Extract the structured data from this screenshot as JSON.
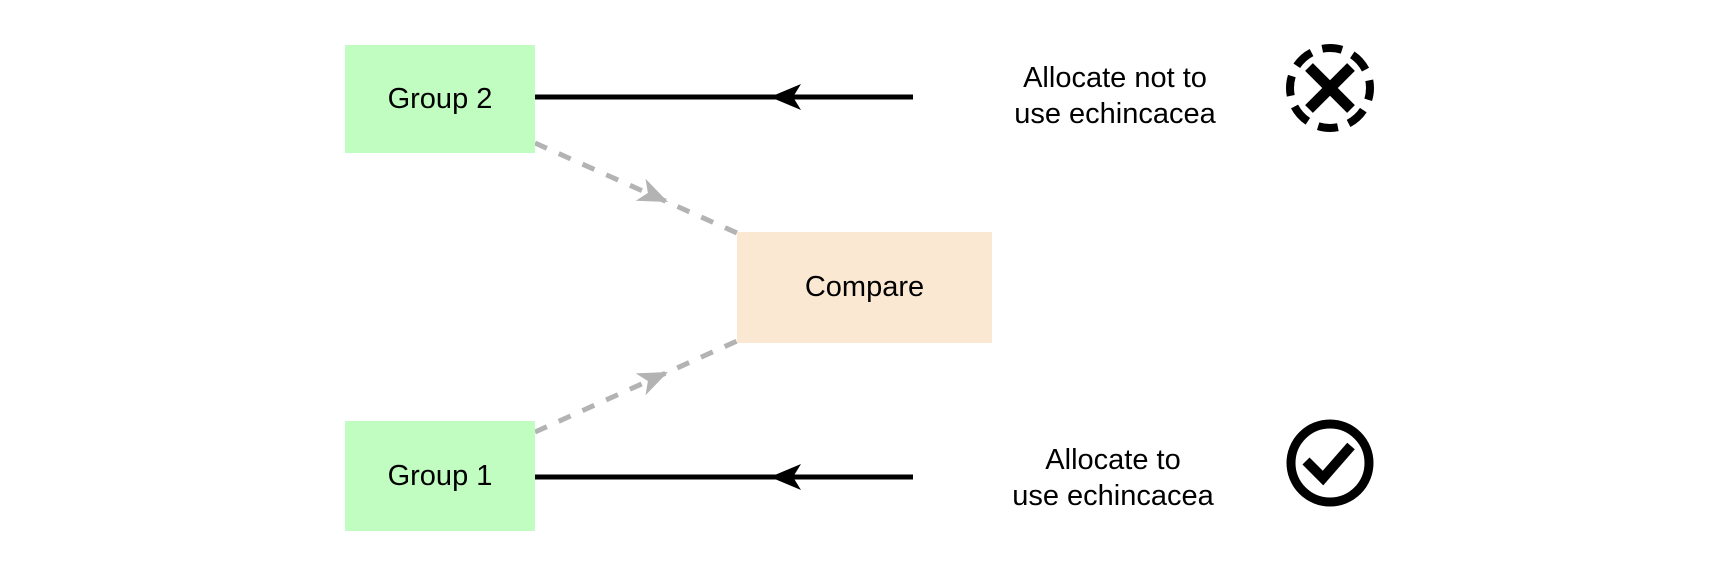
{
  "diagram": {
    "nodes": {
      "group2": {
        "label": "Group 2"
      },
      "group1": {
        "label": "Group 1"
      },
      "compare": {
        "label": "Compare"
      }
    },
    "annotations": {
      "not_use": {
        "line1": "Allocate not to",
        "line2": "use echincacea",
        "icon": "x-circle-dashed-icon"
      },
      "use": {
        "line1": "Allocate to",
        "line2": "use echincacea",
        "icon": "check-circle-icon"
      }
    },
    "connectors": {
      "to_group2": "solid black arrow pointing left into Group 2",
      "to_group1": "solid black arrow pointing left into Group 1",
      "group2_to_compare": "dashed gray arrow from Group 2 to Compare",
      "group1_to_compare": "dashed gray arrow from Group 1 to Compare"
    },
    "colors": {
      "background": "#ffffff",
      "group_fill": "#c1fcc1",
      "compare_fill": "#fae8d2",
      "arrow_black": "#000000",
      "arrow_gray": "#b3b3b3",
      "text": "#000000"
    }
  }
}
